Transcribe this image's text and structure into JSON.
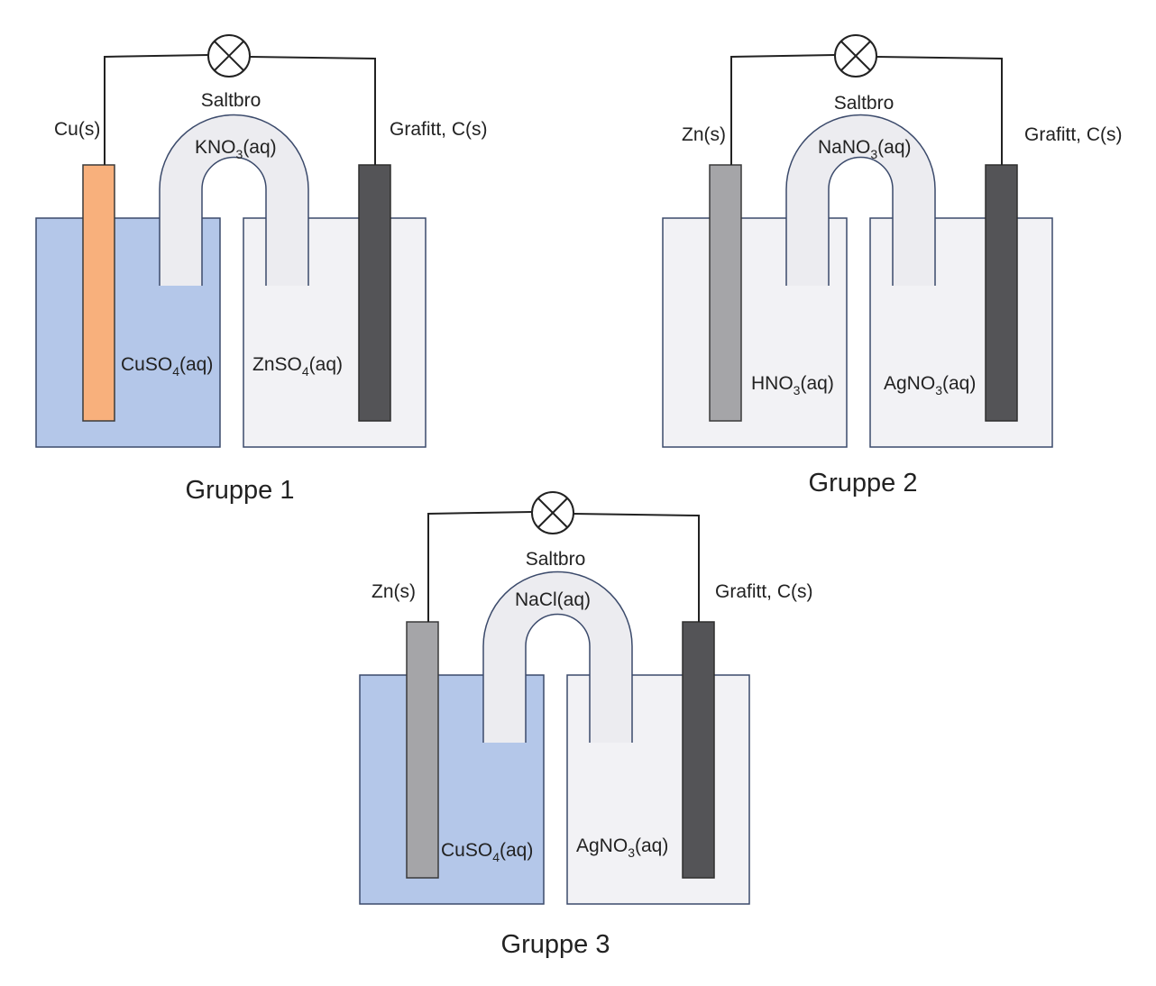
{
  "colors": {
    "blue_solution": "#b4c7e9",
    "clear_solution": "#f2f2f5",
    "salt_bridge": "#ececf0",
    "outline": "#3b4a6b",
    "copper": "#f8b07c",
    "zinc": "#a5a5a8",
    "graphite": "#545457",
    "wire": "#222222"
  },
  "common": {
    "salt_bridge_label": "Saltbro",
    "graphite_label": "Grafitt, C(s)"
  },
  "groups": [
    {
      "caption": "Gruppe 1",
      "left_electrode": {
        "label": "Cu(s)",
        "material": "copper"
      },
      "right_electrode": {
        "material": "graphite"
      },
      "bridge": {
        "base": "KNO",
        "sub": "3",
        "tail": "(aq)"
      },
      "left_solution": {
        "base": "CuSO",
        "sub": "4",
        "tail": "(aq)",
        "fill": "blue"
      },
      "right_solution": {
        "base": "ZnSO",
        "sub": "4",
        "tail": "(aq)",
        "fill": "clear"
      }
    },
    {
      "caption": "Gruppe 2",
      "left_electrode": {
        "label": "Zn(s)",
        "material": "zinc"
      },
      "right_electrode": {
        "material": "graphite"
      },
      "bridge": {
        "base": "NaNO",
        "sub": "3",
        "tail": "(aq)"
      },
      "left_solution": {
        "base": "HNO",
        "sub": "3",
        "tail": "(aq)",
        "fill": "clear"
      },
      "right_solution": {
        "base": "AgNO",
        "sub": "3",
        "tail": "(aq)",
        "fill": "clear"
      }
    },
    {
      "caption": "Gruppe 3",
      "left_electrode": {
        "label": "Zn(s)",
        "material": "zinc"
      },
      "right_electrode": {
        "material": "graphite"
      },
      "bridge": {
        "base": "NaCl(aq)",
        "sub": "",
        "tail": ""
      },
      "left_solution": {
        "base": "CuSO",
        "sub": "4",
        "tail": "(aq)",
        "fill": "blue"
      },
      "right_solution": {
        "base": "AgNO",
        "sub": "3",
        "tail": "(aq)",
        "fill": "clear"
      }
    }
  ]
}
